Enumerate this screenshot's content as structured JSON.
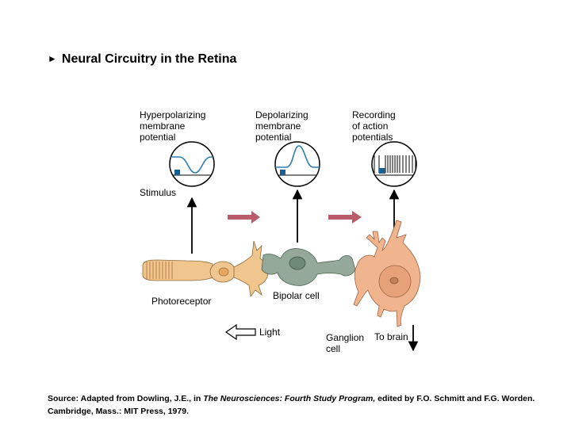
{
  "title": "Neural Circuitry in the Retina",
  "title_marker": "►",
  "panels": {
    "hyperpolarizing": "Hyperpolarizing\nmembrane\npotential",
    "depolarizing": "Depolarizing\nmembrane\npotential",
    "recording": "Recording\nof action\npotentials"
  },
  "labels": {
    "stimulus": "Stimulus",
    "photoreceptor": "Photoreceptor",
    "bipolar_cell": "Bipolar cell",
    "light": "Light",
    "ganglion_cell": "Ganglion\ncell",
    "to_brain": "To brain"
  },
  "source": {
    "prefix": "Source: Adapted from Dowling, J.E., in ",
    "book": "The Neurosciences: Fourth Study Program,",
    "suffix": " edited by F.O. Schmitt and F.G. Worden.",
    "line2": "Cambridge, Mass.: MIT Press, 1979."
  },
  "colors": {
    "trace": "#2e7fb3",
    "stimulus_marker": "#1a5f93",
    "signal_arrow": "#b85c6c",
    "receptor_cell": "#f1c58e",
    "bipolar_cell": "#95a99a",
    "ganglion_cell": "#f0b48f"
  }
}
